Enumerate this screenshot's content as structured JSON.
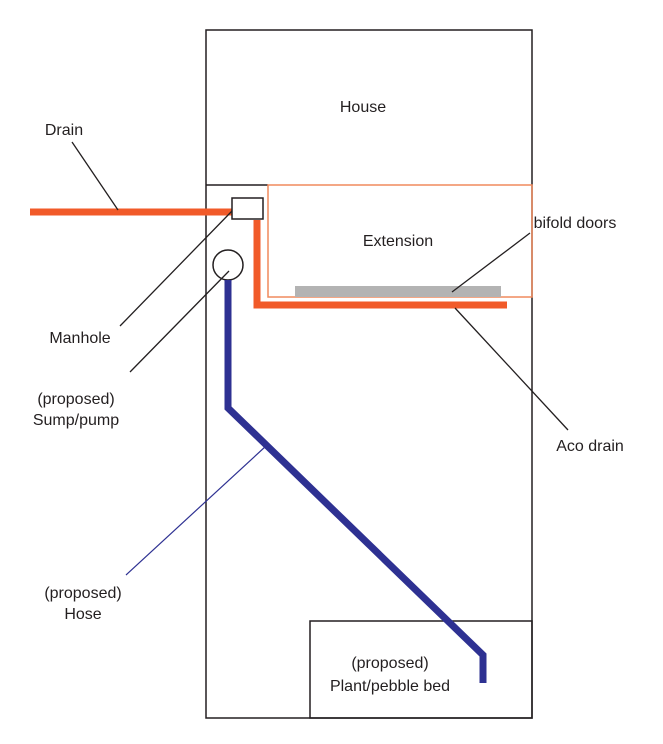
{
  "labels": {
    "house": "House",
    "extension": "Extension",
    "drain": "Drain",
    "manhole": "Manhole",
    "sump_line1": "(proposed)",
    "sump_line2": "Sump/pump",
    "bifold": "bifold doors",
    "aco": "Aco drain",
    "hose_line1": "(proposed)",
    "hose_line2": "Hose",
    "bed_line1": "(proposed)",
    "bed_line2": "Plant/pebble bed"
  },
  "colors": {
    "drain_pipe": "#f15a29",
    "extension_outline": "#f08a5d",
    "hose": "#2e3192",
    "bifold": "#b3b3b3",
    "outline": "#231f20"
  }
}
